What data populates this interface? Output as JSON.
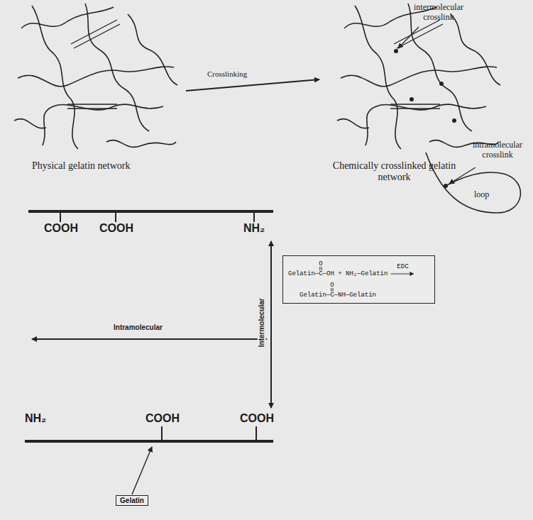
{
  "diagram": {
    "nodes": [
      {
        "text": [
          "O",
          "Gelatin—C—OH + NH₂—Gelatin",
          "EDC",
          "O",
          "Gelatin—C—NH—Gelatin"
        ]
      },
      {
        "text": [
          "Gelatin"
        ]
      }
    ],
    "labels": [
      "intermolecular crosslink",
      "Crosslinking",
      "intramolecular crosslink",
      "loop",
      "Physical gelatin network",
      "Chemically crosslinked gelatin network",
      "COOH",
      "COOH",
      "NH₂",
      "Intermolecular",
      "Intramolecular",
      "NH₂",
      "COOH",
      "COOH"
    ]
  }
}
